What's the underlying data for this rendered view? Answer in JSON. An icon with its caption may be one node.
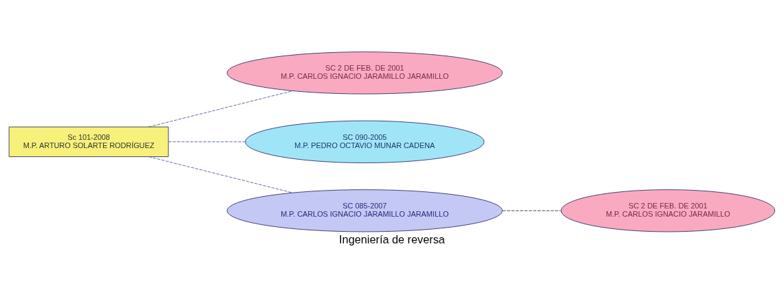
{
  "diagram": {
    "caption": "Ingeniería de reversa",
    "nodes": [
      {
        "text": [
          "Sc 101-2008",
          "M.P. ARTURO SOLARTE RODRÍGUEZ"
        ]
      },
      {
        "text": [
          "SC 2 DE FEB. DE 2001",
          "M.P. CARLOS IGNACIO JARAMILLO JARAMILLO"
        ]
      },
      {
        "text": [
          "SC 090-2005",
          "M.P. PEDRO OCTAVIO MUNAR CADENA"
        ]
      },
      {
        "text": [
          "SC 085-2007",
          "M.P. CARLOS IGNACIO JARAMILLO JARAMILLO"
        ]
      },
      {
        "text": [
          "SC 2 DE FEB. DE 2001",
          "M.P. CARLOS IGNACIO JARAMILLO"
        ]
      }
    ],
    "edges": [
      {
        "from": 0,
        "to": 1,
        "arrow": "none",
        "style": "dashed"
      },
      {
        "from": 0,
        "to": 2,
        "arrow": "none",
        "style": "dashed"
      },
      {
        "from": 0,
        "to": 3,
        "arrow": "none",
        "style": "dashed"
      },
      {
        "from": 3,
        "to": 4,
        "arrow": "none",
        "style": "dashed",
        "color": "#333333"
      }
    ]
  }
}
